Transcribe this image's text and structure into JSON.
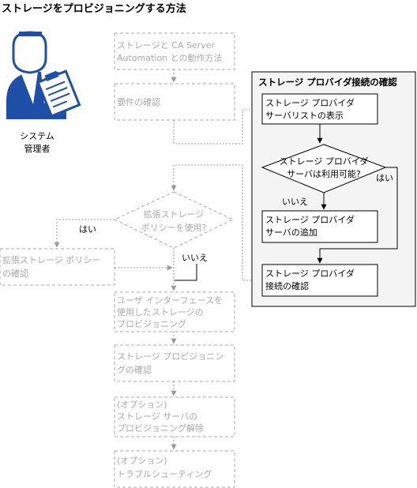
{
  "title": "ストレージをプロビジョニングする方法",
  "actor": {
    "line1": "システム",
    "line2": "管理者"
  },
  "steps": {
    "about": {
      "line1": "ストレージと CA Server",
      "line2": "Automation との動作方法"
    },
    "prereq": {
      "line1": "要件の確認"
    },
    "q_advanced": {
      "line1": "拡張ストレージ",
      "line2": "ポリシーを使用?"
    },
    "adv_policy": {
      "line1": "拡張ストレージ ポリシー",
      "line2": "の確認"
    },
    "ui_prov": {
      "line1": "ユーザ インターフェースを",
      "line2": "使用したストレージの",
      "line3": "プロビジョニング"
    },
    "verify": {
      "line1": "ストレージ プロビジョニン",
      "line2": "グの確認"
    },
    "deprov": {
      "line1": "(オプション)",
      "line2": "ストレージ サーバの",
      "line3": "プロビジョニング解除"
    },
    "trouble": {
      "line1": "(オプション)",
      "line2": "トラブルシューティング"
    }
  },
  "sub": {
    "title": "ストレージ プロバイダ接続の確認",
    "list": {
      "line1": "ストレージ プロバイダ",
      "line2": "サーバリストの表示"
    },
    "q_avail": {
      "line1": "ストレージ プロバイダ",
      "line2": "サーバは利用可能?"
    },
    "add": {
      "line1": "ストレージ プロバイダ",
      "line2": "サーバの追加"
    },
    "confirm": {
      "line1": "ストレージ プロバイダ",
      "line2": "接続の確認"
    }
  },
  "labels": {
    "yes_adv": "はい",
    "no_adv": "いいえ",
    "yes_avail": "はい",
    "no_avail": "いいえ"
  }
}
